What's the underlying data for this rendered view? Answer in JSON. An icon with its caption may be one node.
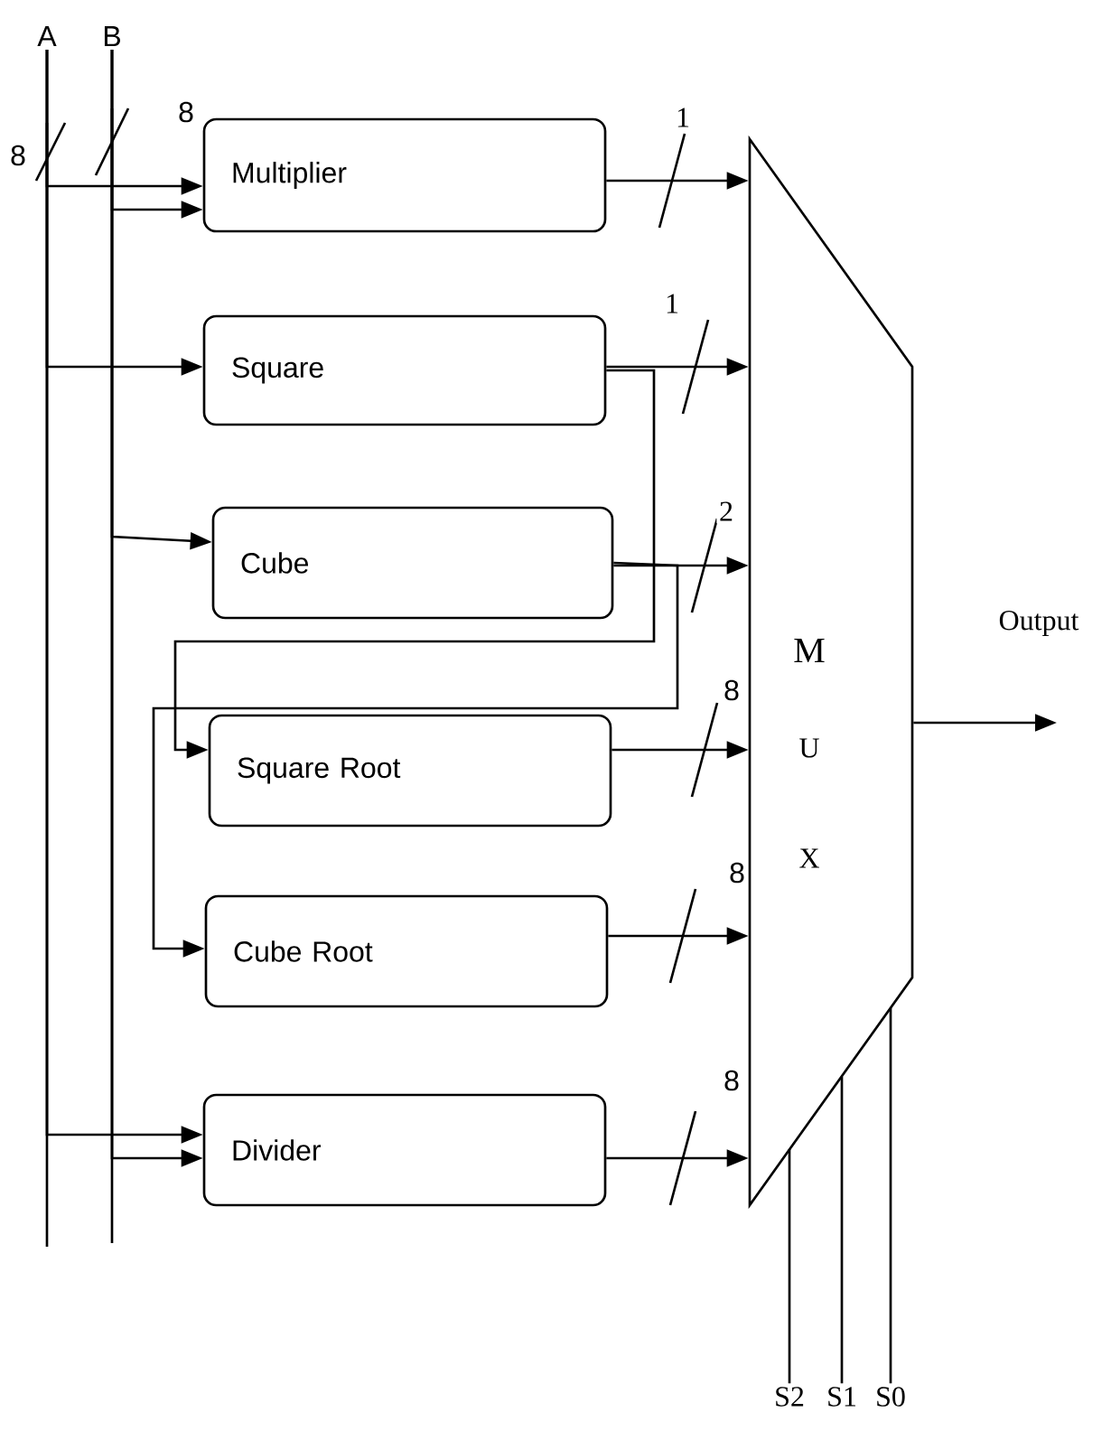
{
  "diagram": {
    "nodes": [
      {
        "text": [
          "A"
        ]
      },
      {
        "text": [
          "B"
        ]
      },
      {
        "text": [
          "Multiplier"
        ]
      },
      {
        "text": [
          "Square"
        ]
      },
      {
        "text": [
          "Cube"
        ]
      },
      {
        "text": [
          "Square Root"
        ]
      },
      {
        "text": [
          "Cube Root"
        ]
      },
      {
        "text": [
          "Divider"
        ]
      },
      {
        "text": [
          "M",
          "U",
          "X"
        ]
      },
      {
        "text": [
          "S2"
        ]
      },
      {
        "text": [
          "S1"
        ]
      },
      {
        "text": [
          "S0"
        ]
      }
    ],
    "edges": [
      {
        "from": 0,
        "to": 2,
        "arrow": "to"
      },
      {
        "from": 1,
        "to": 2,
        "arrow": "to"
      },
      {
        "from": 0,
        "to": 3,
        "arrow": "to"
      },
      {
        "from": 1,
        "to": 4,
        "arrow": "to"
      },
      {
        "from": 3,
        "to": 5,
        "arrow": "to"
      },
      {
        "from": 4,
        "to": 6,
        "arrow": "to"
      },
      {
        "from": 0,
        "to": 7,
        "arrow": "to"
      },
      {
        "from": 1,
        "to": 7,
        "arrow": "to"
      },
      {
        "from": 2,
        "to": 8,
        "arrow": "to",
        "label": "1"
      },
      {
        "from": 3,
        "to": 8,
        "arrow": "to",
        "label": "1"
      },
      {
        "from": 4,
        "to": 8,
        "arrow": "to",
        "label": "2"
      },
      {
        "from": 5,
        "to": 8,
        "arrow": "to",
        "label": "8"
      },
      {
        "from": 6,
        "to": 8,
        "arrow": "to",
        "label": "8"
      },
      {
        "from": 7,
        "to": 8,
        "arrow": "to",
        "label": "8"
      },
      {
        "from": 8,
        "to": null,
        "arrow": "to",
        "label": "Output"
      },
      {
        "from": 9,
        "to": 8,
        "arrow": "none"
      },
      {
        "from": 10,
        "to": 8,
        "arrow": "none"
      },
      {
        "from": 11,
        "to": 8,
        "arrow": "none"
      }
    ],
    "labels": [
      "8",
      "8"
    ]
  }
}
